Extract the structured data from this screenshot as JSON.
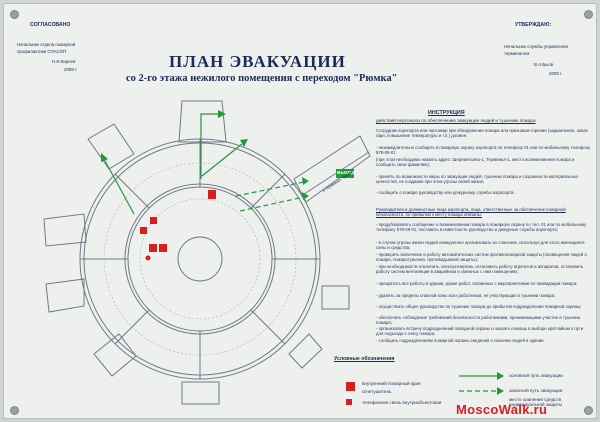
{
  "approval_left": {
    "heading": "СОГЛАСОВАНО",
    "line1": "Начальник отдела пожарной",
    "line2": "профилактики СПАСОП",
    "signer": "Н.И.Киреев",
    "year": "2008 г."
  },
  "approval_right": {
    "heading": "УТВЕРЖДАЮ:",
    "line1": "Начальник службы управления",
    "line2": "терминалом",
    "signer": "В.А.Быов",
    "year": "2009 г."
  },
  "title": "ПЛАН ЭВАКУАЦИИ",
  "subtitle": "со 2-го этажа нежилого помещения с переходом \"Рюмка\"",
  "plan": {
    "exit_label": "ВЫХОД",
    "corridor_label": "в терминал \"Вылет\""
  },
  "instructions": {
    "title": "ИНСТРУКЦИЯ",
    "subtitle": "действий персонала по обеспечению эвакуации людей и тушению пожара",
    "paragraphs": [
      "Сотрудник аэропорта или пассажир при обнаружении пожара или признаков горения (задымление, запах гари, повышение температуры и т.п.) должен:",
      "- незамедлительно сообщить в пожарную охрану аэропорта по телефону 01 или по мобильному телефону 578-09-01",
      "(при этом необходимо назвать адрес: Шереметьево-1, Терминал-1, место возникновения пожара и сообщить свою фамилию);",
      "- принять по возможности меры по эвакуации людей, тушению пожара и сохранности материальных ценностей, не создавая при этом угрозы своей жизни;",
      "- сообщить о пожаре руководству или дежурному службы аэропорта."
    ],
    "section2_head": "Руководители и должностные лица аэропорта, лица, ответственные за обеспечение пожарной безопасности, по прибытии к месту пожара обязаны:",
    "section2": [
      "- продублировать сообщение о возникновении пожара в пожарную охрану по тел. 01 или по мобильному телефону 578-09-01, поставить в известность руководство и дежурные службы аэропорта;",
      "- в случае угрозы жизни людей немедленно организовать их спасение, используя для этого имеющиеся силы и средства;",
      "- проверить включение в работу автоматических систем противопожарной защиты (оповещения людей о пожаре, пожаротушения, противодымной защиты);",
      "- при необходимости отключить электроэнергию, остановить работу агрегатов и аппаратов, остановить работу систем вентиляции в аварийном и смежных с ним помещениях;",
      "- прекратить все работы в здании, кроме работ, связанных с мероприятиями по ликвидации пожара;",
      "- удалить за пределы опасной зоны всех работников, не участвующих в тушении пожара;",
      "- осуществить общее руководство по тушению пожара до прибытия подразделения пожарной охраны;",
      "- обеспечить соблюдение требований безопасности работниками, принимающими участие в тушении пожара;",
      "- организовать встречу подразделений пожарной охраны и оказать помощь в выборе кратчайшего пути для подъезда к очагу пожара;",
      "- сообщить подразделениям пожарной охраны сведения о наличии людей в здании."
    ]
  },
  "legend": {
    "title": "Условные обозначения",
    "items_left": [
      {
        "label": "внутренний пожарный кран"
      },
      {
        "label": "огнетушитель"
      },
      {
        "label": "телефонная связь внутриобъектовая"
      }
    ],
    "items_right": [
      {
        "label": "основной путь эвакуации"
      },
      {
        "label": "запасной путь эвакуации"
      },
      {
        "label": "место хранения средств индивидуальной защиты"
      }
    ]
  },
  "watermark": "MoscoWalk.ru",
  "colors": {
    "plan_line": "#6f7a86",
    "evac_green": "#1f9a3c",
    "hazard_red": "#d81e1e",
    "ink": "#1c2a55"
  }
}
